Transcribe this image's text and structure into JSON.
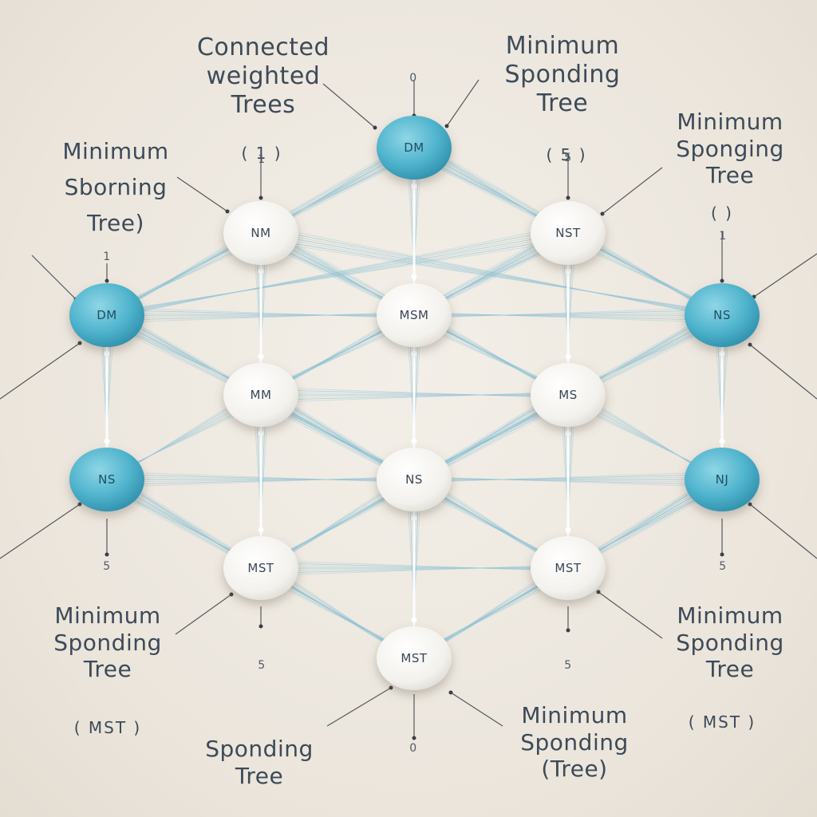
{
  "node_colors": {
    "blue": "#4fb3cd",
    "white": "#f6f4ef",
    "blue_text": "#1f4f66",
    "white_text": "#3b4656"
  },
  "nodes": [
    {
      "id": "n_top",
      "label": "DM",
      "color": "blue"
    },
    {
      "id": "n_ul",
      "label": "NM",
      "color": "white"
    },
    {
      "id": "n_ur",
      "label": "NST",
      "color": "white"
    },
    {
      "id": "n_l1",
      "label": "DM",
      "color": "blue"
    },
    {
      "id": "n_c1",
      "label": "MSM",
      "color": "white"
    },
    {
      "id": "n_r1",
      "label": "NS",
      "color": "blue"
    },
    {
      "id": "n_ml",
      "label": "MM",
      "color": "white"
    },
    {
      "id": "n_mr",
      "label": "MS",
      "color": "white"
    },
    {
      "id": "n_l2",
      "label": "NS",
      "color": "blue"
    },
    {
      "id": "n_c2",
      "label": "NS",
      "color": "white"
    },
    {
      "id": "n_r2",
      "label": "NJ",
      "color": "blue"
    },
    {
      "id": "n_ll",
      "label": "MST",
      "color": "white"
    },
    {
      "id": "n_lr",
      "label": "MST",
      "color": "white"
    },
    {
      "id": "n_bot",
      "label": "MST",
      "color": "white"
    }
  ],
  "edges": [
    [
      "n_top",
      "n_ul"
    ],
    [
      "n_top",
      "n_ur"
    ],
    [
      "n_top",
      "n_c1"
    ],
    [
      "n_top",
      "n_l1"
    ],
    [
      "n_top",
      "n_r1"
    ],
    [
      "n_ul",
      "n_l1"
    ],
    [
      "n_ul",
      "n_c1"
    ],
    [
      "n_ul",
      "n_ml"
    ],
    [
      "n_ul",
      "n_mr"
    ],
    [
      "n_ul",
      "n_r1"
    ],
    [
      "n_ur",
      "n_r1"
    ],
    [
      "n_ur",
      "n_c1"
    ],
    [
      "n_ur",
      "n_mr"
    ],
    [
      "n_ur",
      "n_ml"
    ],
    [
      "n_ur",
      "n_l1"
    ],
    [
      "n_l1",
      "n_ml"
    ],
    [
      "n_l1",
      "n_l2"
    ],
    [
      "n_l1",
      "n_c1"
    ],
    [
      "n_l1",
      "n_c2"
    ],
    [
      "n_r1",
      "n_mr"
    ],
    [
      "n_r1",
      "n_r2"
    ],
    [
      "n_r1",
      "n_c1"
    ],
    [
      "n_r1",
      "n_c2"
    ],
    [
      "n_c1",
      "n_ml"
    ],
    [
      "n_c1",
      "n_mr"
    ],
    [
      "n_c1",
      "n_c2"
    ],
    [
      "n_ml",
      "n_l2"
    ],
    [
      "n_ml",
      "n_c2"
    ],
    [
      "n_ml",
      "n_ll"
    ],
    [
      "n_ml",
      "n_mr"
    ],
    [
      "n_ml",
      "n_lr"
    ],
    [
      "n_mr",
      "n_r2"
    ],
    [
      "n_mr",
      "n_c2"
    ],
    [
      "n_mr",
      "n_lr"
    ],
    [
      "n_mr",
      "n_ll"
    ],
    [
      "n_l2",
      "n_ll"
    ],
    [
      "n_l2",
      "n_c2"
    ],
    [
      "n_l2",
      "n_bot"
    ],
    [
      "n_r2",
      "n_lr"
    ],
    [
      "n_r2",
      "n_c2"
    ],
    [
      "n_r2",
      "n_bot"
    ],
    [
      "n_c2",
      "n_ll"
    ],
    [
      "n_c2",
      "n_lr"
    ],
    [
      "n_c2",
      "n_bot"
    ],
    [
      "n_ll",
      "n_bot"
    ],
    [
      "n_lr",
      "n_bot"
    ],
    [
      "n_ll",
      "n_lr"
    ]
  ],
  "annotations": {
    "top_left": [
      "Connected",
      "weighted",
      "Trees"
    ],
    "top_left_paren": "( 1 )",
    "top_right": [
      "Minimum",
      "Sponding",
      "Tree"
    ],
    "top_right_paren": "( 5 )",
    "left_upper": [
      "Minimum",
      "Sborning",
      "Tree)"
    ],
    "right_upper": [
      "Minimum",
      "Sponging",
      "Tree"
    ],
    "right_upper_paren": "(        )",
    "left_lower": [
      "Minimum",
      "Sponding",
      "Tree"
    ],
    "left_lower_paren": "( MST )",
    "right_lower": [
      "Minimum",
      "Sponding",
      "Tree"
    ],
    "right_lower_paren": "( MST )",
    "bottom_left": [
      "Sponding",
      "Tree"
    ],
    "bottom_right": [
      "Minimum",
      "Sponding",
      "(Tree)"
    ]
  },
  "tick_labels": {
    "t_top": "0",
    "t_ul": "1",
    "t_ur": "5",
    "t_l1": "1",
    "t_r1": "1",
    "t_l2": "5",
    "t_r2": "5",
    "t_ll": "5",
    "t_lr": "5",
    "t_bot": "0"
  }
}
